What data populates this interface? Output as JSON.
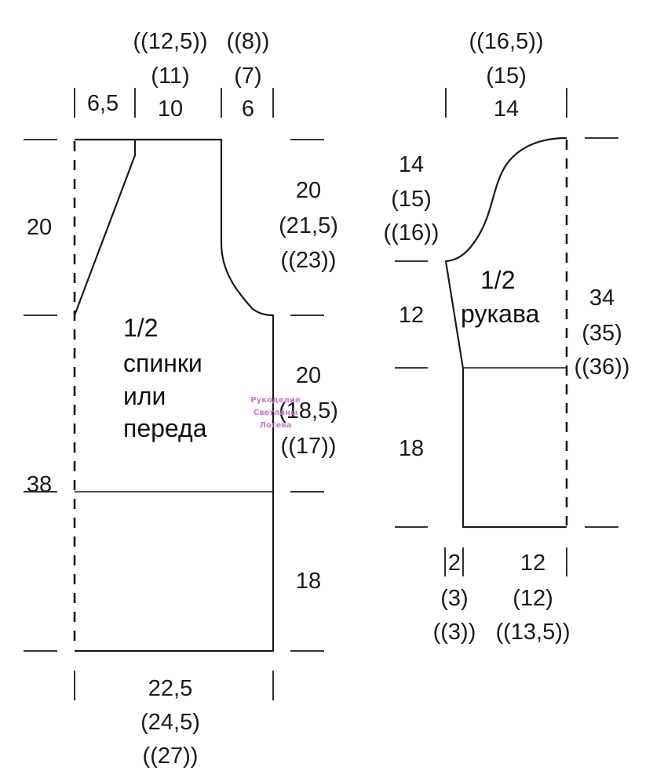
{
  "body_piece": {
    "title": [
      "1/2",
      "спинки",
      "или",
      "переда"
    ],
    "top_widths": {
      "shoulder": "6,5",
      "neck": [
        "((12,5))",
        "(11)",
        "10"
      ],
      "armhole": [
        "((8))",
        "(7)",
        "6"
      ]
    },
    "left_heights": {
      "neck_depth": "20",
      "total": "38"
    },
    "right_heights": {
      "armhole": [
        "20",
        "(21,5)",
        "((23))"
      ],
      "side": [
        "20",
        "(18,5)",
        "((17))"
      ],
      "rib": "18"
    },
    "bottom_width": [
      "22,5",
      "(24,5)",
      "((27))"
    ]
  },
  "sleeve_piece": {
    "title": [
      "1/2",
      "рукава"
    ],
    "top_width": [
      "((16,5))",
      "(15)",
      "14"
    ],
    "left_heights": {
      "cap": [
        "14",
        "(15)",
        "((16))"
      ],
      "upper": "12",
      "lower": "18"
    },
    "right_height": [
      "34",
      "(35)",
      "((36))"
    ],
    "bottom_widths": {
      "small": [
        "2",
        "(3)",
        "((3))"
      ],
      "main": [
        "12",
        "(12)",
        "((13,5))"
      ]
    }
  },
  "watermark": [
    "Рукоделие",
    "Светланы",
    "Лосева"
  ]
}
